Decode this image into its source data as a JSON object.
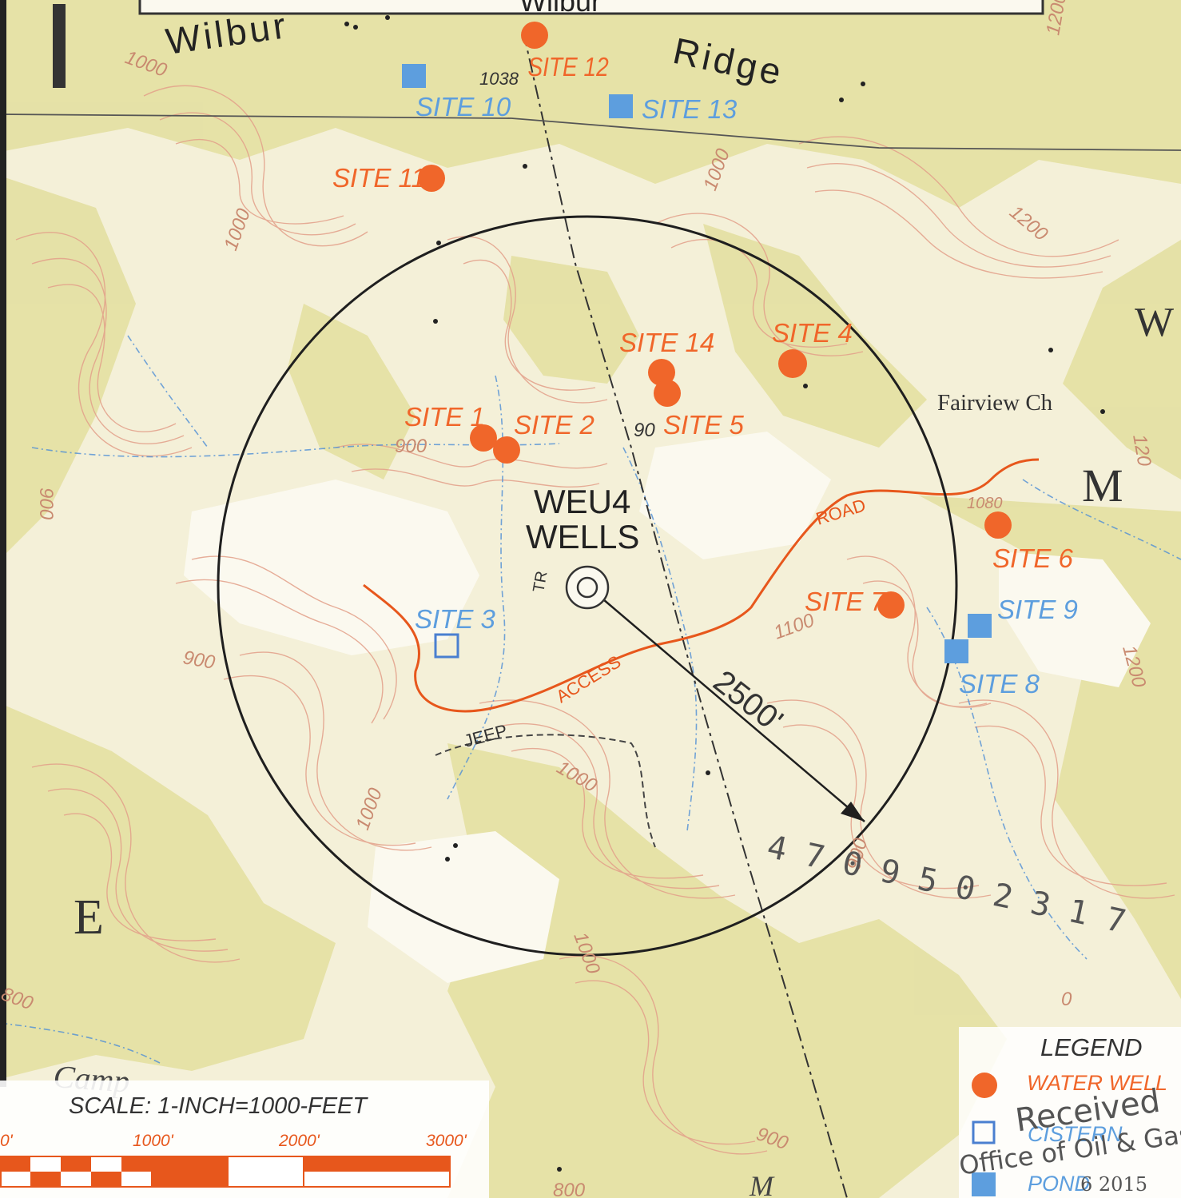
{
  "colors": {
    "paper": "#f4f0d8",
    "terrain": "#e6e2a8",
    "contour": "#e3a08a",
    "water_well": "#f0662a",
    "cistern_pond": "#5d9ede",
    "radius_circle": "#1f1f1f",
    "stream": "#4f8fd6"
  },
  "place_labels": {
    "wilbur": "Wilbur",
    "wilbur_top": "Wilbur",
    "ridge": "Ridge",
    "fairview": "Fairview Ch",
    "e": "E",
    "m": "M",
    "camp": "Camp",
    "w": "W",
    "m_bottom": "M"
  },
  "center": {
    "line1": "WEU4",
    "line2": "WELLS"
  },
  "radius": {
    "label": "2500'"
  },
  "road_labels": {
    "road": "ROAD",
    "access": "ACCESS",
    "jeep": "JEEP",
    "trail": "TR"
  },
  "contour_labels": {
    "c1000_a": "1000",
    "c1000_b": "1000",
    "c1000_c": "1000",
    "c1000_d": "1000",
    "c1000_e": "1000",
    "c1000_f": "1000",
    "c1038": "1038",
    "c1200_a": "1200",
    "c1200_b": "1200",
    "c1200_c": "1200",
    "c1200_d": "120",
    "c1100": "1100",
    "c900_a": "900",
    "c900_b": "900",
    "c900_c": "900",
    "c900_d": "900",
    "c900_e": "90",
    "c900_f": "900",
    "c800_a": "800",
    "c800_b": "800",
    "c1080": "1080",
    "c_0": "0"
  },
  "sites": [
    {
      "id": "SITE 12",
      "kind": "water_well"
    },
    {
      "id": "SITE 10",
      "kind": "pond"
    },
    {
      "id": "SITE 13",
      "kind": "pond"
    },
    {
      "id": "SITE 11",
      "kind": "water_well"
    },
    {
      "id": "SITE 14",
      "kind": "water_well"
    },
    {
      "id": "SITE 4",
      "kind": "water_well"
    },
    {
      "id": "SITE 5",
      "kind": "water_well"
    },
    {
      "id": "SITE 1",
      "kind": "water_well"
    },
    {
      "id": "SITE 2",
      "kind": "water_well"
    },
    {
      "id": "SITE 3",
      "kind": "cistern"
    },
    {
      "id": "SITE 6",
      "kind": "water_well"
    },
    {
      "id": "SITE 7",
      "kind": "water_well"
    },
    {
      "id": "SITE 9",
      "kind": "pond"
    },
    {
      "id": "SITE 8",
      "kind": "pond"
    }
  ],
  "legend": {
    "title": "LEGEND",
    "water_well": "WATER WELL",
    "cistern": "CISTERN",
    "pond": "POND"
  },
  "scale": {
    "title": "SCALE: 1-INCH=1000-FEET",
    "ticks": [
      "0'",
      "1000'",
      "2000'",
      "3000'"
    ]
  },
  "stamp": {
    "number": "4 7 0 9 5 0 2 3 1 7",
    "received": "Received",
    "office": "Office of Oil & Gas",
    "date": "6 2015"
  }
}
